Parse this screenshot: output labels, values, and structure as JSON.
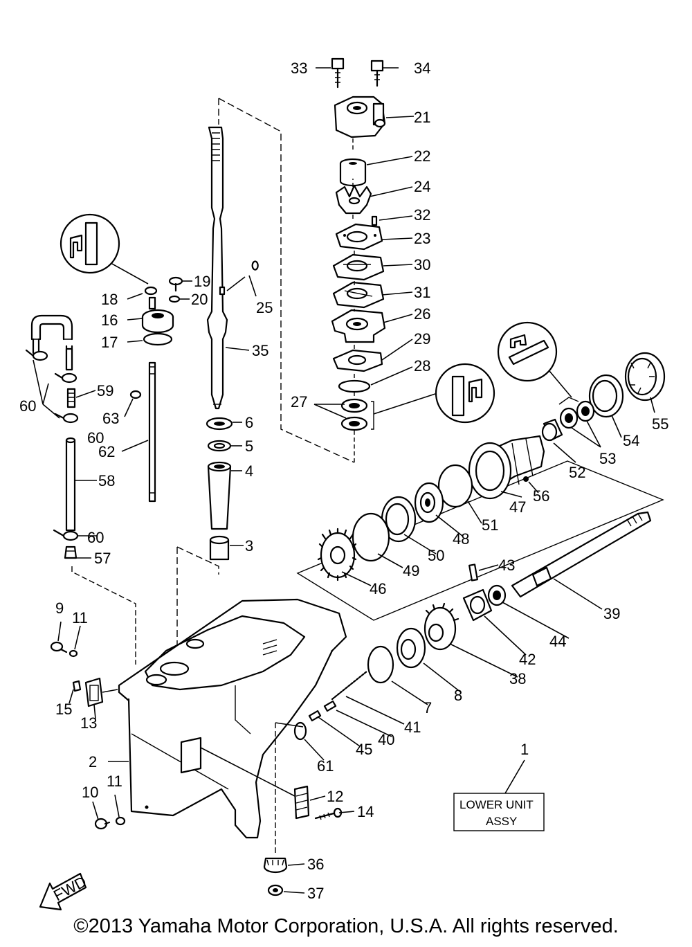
{
  "diagram": {
    "labels": [
      "33",
      "34",
      "21",
      "22",
      "24",
      "32",
      "23",
      "30",
      "31",
      "26",
      "29",
      "28",
      "27",
      "19",
      "18",
      "20",
      "16",
      "17",
      "25",
      "35",
      "60",
      "59",
      "63",
      "6",
      "5",
      "4",
      "62",
      "58",
      "3",
      "57",
      "9",
      "11",
      "15",
      "13",
      "2",
      "10",
      "12",
      "14",
      "36",
      "37",
      "55",
      "54",
      "53",
      "52",
      "56",
      "47",
      "51",
      "48",
      "50",
      "49",
      "46",
      "43",
      "39",
      "44",
      "42",
      "38",
      "8",
      "7",
      "41",
      "40",
      "45",
      "61",
      "1"
    ],
    "assy_box": {
      "line1": "LOWER UNIT",
      "line2": "ASSY"
    },
    "fwd_arrow": "FWD"
  },
  "copyright": "©2013 Yamaha Motor Corporation, U.S.A. All rights reserved."
}
